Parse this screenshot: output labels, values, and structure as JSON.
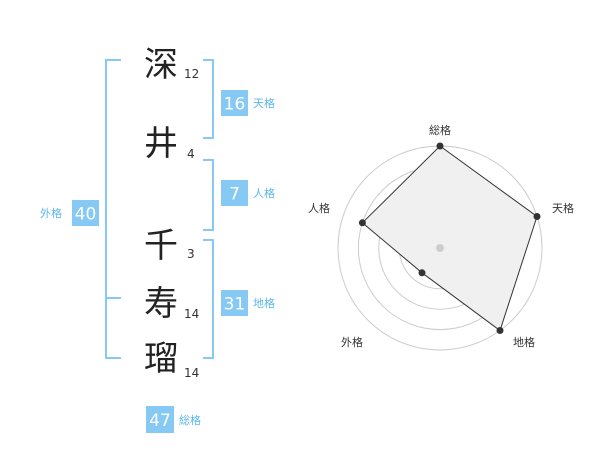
{
  "name": {
    "characters": [
      {
        "char": "深",
        "strokes": "12"
      },
      {
        "char": "井",
        "strokes": "4"
      },
      {
        "char": "千",
        "strokes": "3"
      },
      {
        "char": "寿",
        "strokes": "14"
      },
      {
        "char": "瑠",
        "strokes": "14"
      }
    ]
  },
  "fortunes": {
    "tenkaku": {
      "label": "天格",
      "value": "16"
    },
    "jinkaku": {
      "label": "人格",
      "value": "7"
    },
    "chikaku": {
      "label": "地格",
      "value": "31"
    },
    "gaikaku": {
      "label": "外格",
      "value": "40"
    },
    "soukaku": {
      "label": "総格",
      "value": "47"
    }
  },
  "radar": {
    "axes": [
      "総格",
      "天格",
      "地格",
      "外格",
      "人格"
    ],
    "levels": 5,
    "values": [
      5,
      5,
      5,
      1.5,
      4
    ],
    "max": 5
  },
  "colors": {
    "accent": "#5bb7ee",
    "badge": "#86c9f4",
    "radar_fill": "#f0f0f0",
    "radar_line": "#333333",
    "ring": "#cccccc"
  }
}
